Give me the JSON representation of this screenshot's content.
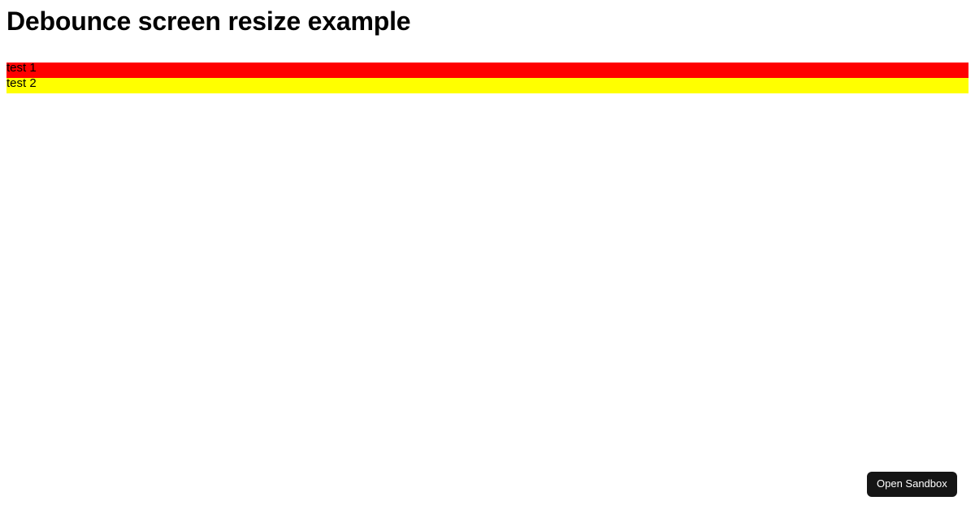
{
  "page": {
    "background_color": "#ffffff",
    "title": "Debounce screen resize example"
  },
  "bars": [
    {
      "label": "test 1",
      "color": "#ff0000",
      "color_name": "red"
    },
    {
      "label": "test 2",
      "color": "#ffff00",
      "color_name": "yellow"
    }
  ],
  "sandbox": {
    "button_label": "Open Sandbox",
    "background_color": "#151515",
    "text_color": "#ffffff"
  }
}
